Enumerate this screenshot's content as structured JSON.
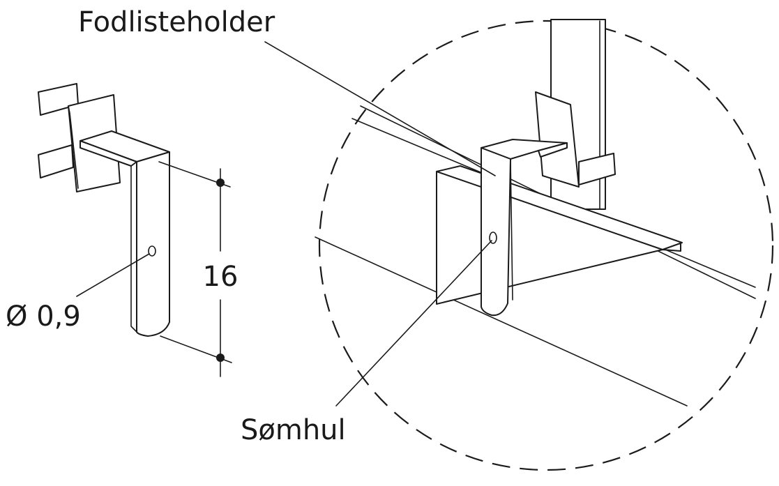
{
  "labels": {
    "holder": "Fodlisteholder",
    "nail_hole": "Sømhul",
    "diameter": "Ø 0,9",
    "length": "16"
  },
  "colors": {
    "line": "#1a1a1a",
    "background": "#ffffff"
  }
}
